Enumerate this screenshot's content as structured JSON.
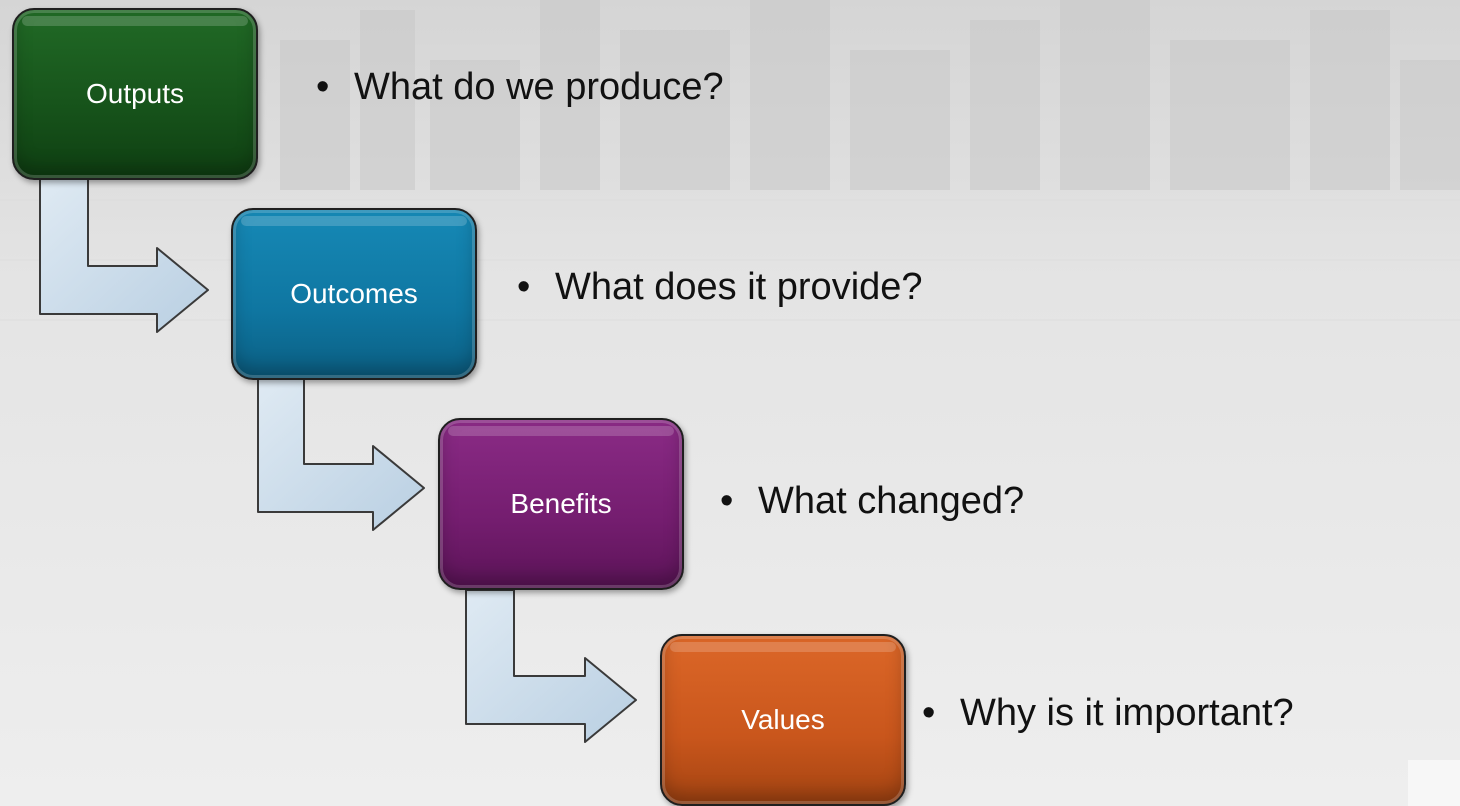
{
  "steps": [
    {
      "label": "Outputs",
      "question": "What do we produce?",
      "color": "#16521a"
    },
    {
      "label": "Outcomes",
      "question": "What does it provide?",
      "color": "#0f76a1"
    },
    {
      "label": "Benefits",
      "question": "What changed?",
      "color": "#741d6f"
    },
    {
      "label": "Values",
      "question": "Why is it important?",
      "color": "#c9561c"
    }
  ],
  "bullet_glyph": "•",
  "connector_color": "#c9dbe9"
}
